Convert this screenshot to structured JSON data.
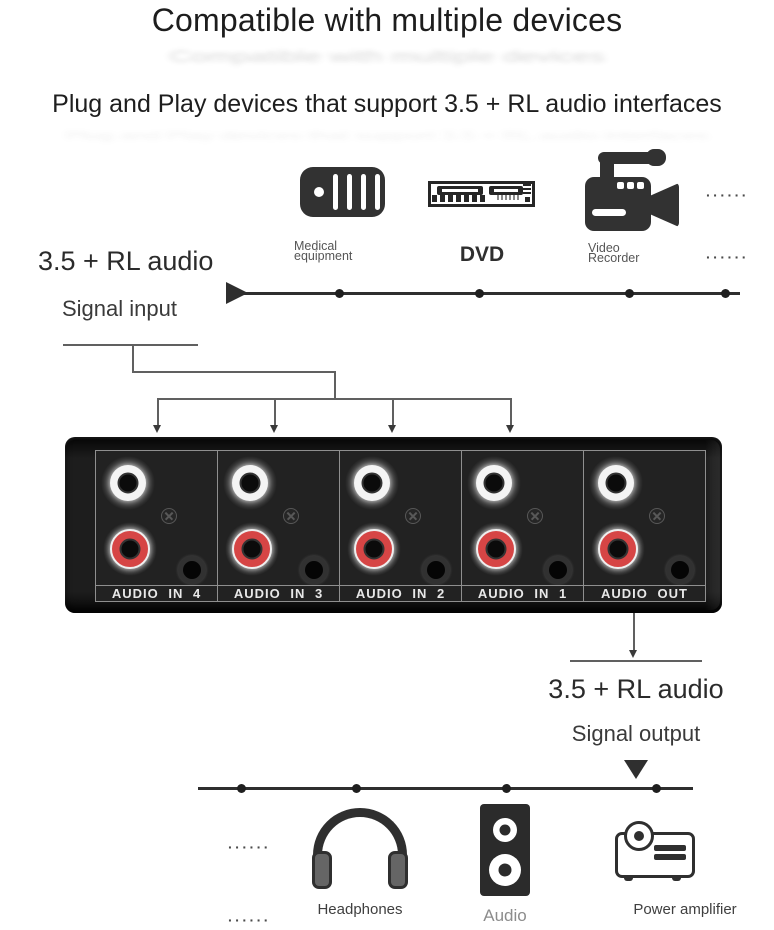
{
  "header": {
    "title": "Compatible with multiple devices",
    "subtitle": "Plug and Play devices that support 3.5 + RL audio interfaces"
  },
  "sources": {
    "medical": {
      "line1": "Medical",
      "line2": "equipment"
    },
    "dvd": {
      "label": "DVD"
    },
    "recorder": {
      "line1": "Video",
      "line2": "Recorder"
    }
  },
  "input": {
    "audio": "3.5 + RL audio",
    "signal": "Signal input"
  },
  "output": {
    "audio": "3.5 + RL audio",
    "signal": "Signal output"
  },
  "switcher": {
    "ports": [
      {
        "label": "AUDIO IN 4"
      },
      {
        "label": "AUDIO IN 3"
      },
      {
        "label": "AUDIO IN 2"
      },
      {
        "label": "AUDIO IN 1"
      },
      {
        "label": "AUDIO OUT"
      }
    ]
  },
  "sinks": {
    "headphones": {
      "label": "Headphones"
    },
    "audio": {
      "label": "Audio"
    },
    "amplifier": {
      "label": "Power amplifier"
    }
  },
  "decor": {
    "dots": "······"
  },
  "colors": {
    "rca_red": "#d64545",
    "rca_white": "#f4f4f4",
    "chassis": "#1d1d1d",
    "line": "#2e2e2e",
    "text_dark": "#1d1d1d",
    "text_gray": "#565656"
  }
}
